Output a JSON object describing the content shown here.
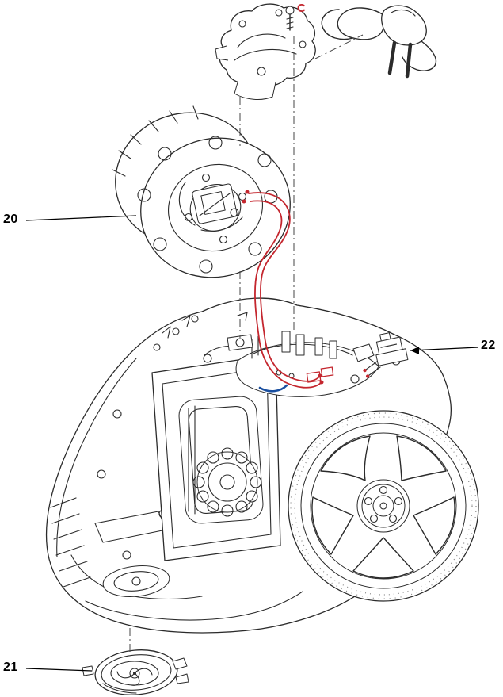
{
  "diagram": {
    "labels": {
      "part20": "20",
      "part21": "21",
      "part22": "22",
      "screwC": "C"
    },
    "colors": {
      "line": "#2b2b2b",
      "accent_red": "#c4262e",
      "accent_blue": "#1a4fa0",
      "background": "#ffffff",
      "label_text": "#000000"
    }
  }
}
